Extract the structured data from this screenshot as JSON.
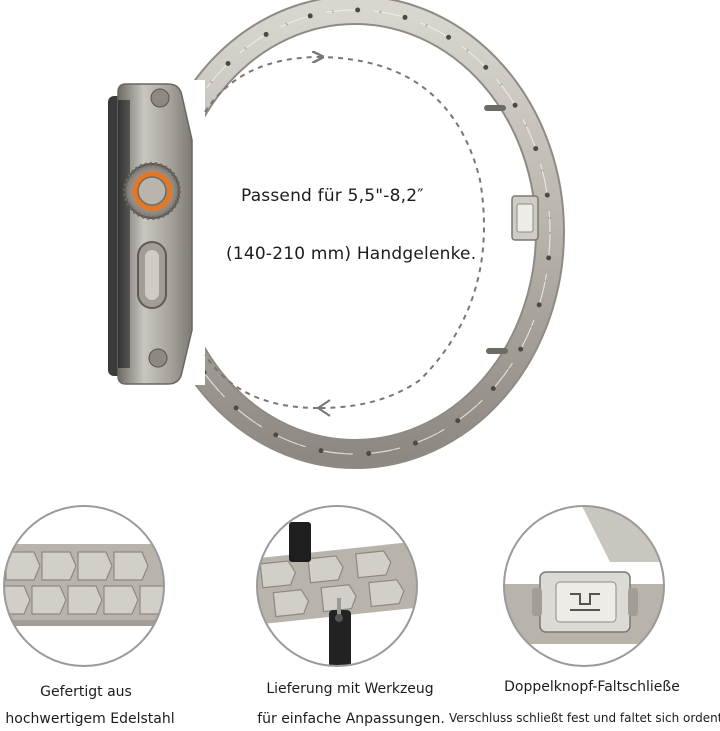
{
  "size_info": {
    "line1": "Passend für 5,5\"-8,2″",
    "line2": "(140-210 mm) Handgelenke."
  },
  "features": [
    {
      "icon": "steel-links-closeup",
      "caption_line1": "Gefertigt aus",
      "caption_line2": "hochwertigem Edelstahl"
    },
    {
      "icon": "adjustment-tool-closeup",
      "caption_line1": "Lieferung mit Werkzeug",
      "caption_line2": "für einfache Anpassungen."
    },
    {
      "icon": "butterfly-clasp-closeup",
      "caption_line1": "Doppelknopf-Faltschließe",
      "caption_line2": "Verschluss schließt fest und faltet sich ordentlich"
    }
  ],
  "colors": {
    "titanium": "#b9b5ad",
    "titanium_dark": "#8f8b84",
    "accent_orange": "#e0782a",
    "circle_border": "#9a9a9a",
    "dashed_arrow": "#777777"
  }
}
